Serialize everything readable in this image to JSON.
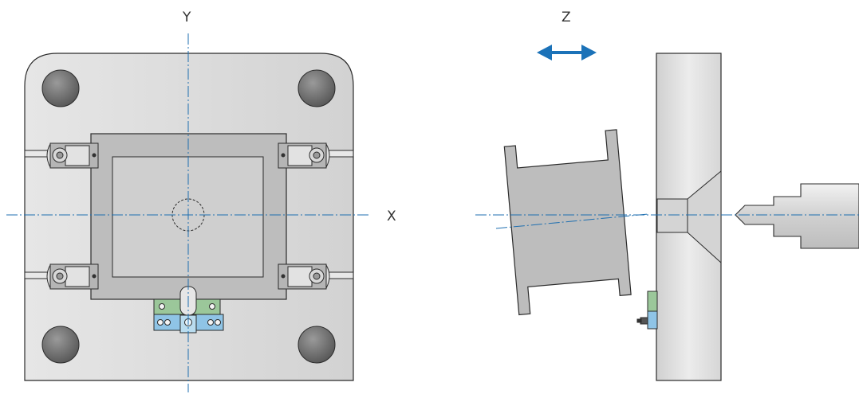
{
  "axes": {
    "x_label": "X",
    "y_label": "Y",
    "z_label": "Z"
  },
  "colors": {
    "plate": "#dcdcdc",
    "plate_gradient_light": "#f0f0f0",
    "outline": "#2b2b2b",
    "centerline": "#1f6fb0",
    "arrow": "#1b72b8",
    "bolt": "#7a7a7a",
    "inner_block": "#bdbdbd",
    "inner_window": "#cfcfcf",
    "bracket_green": "#9bc79a",
    "bracket_blue": "#8fc4e6",
    "probe": "#d6d6d6"
  },
  "icons": {
    "z_direction": "double-arrow-horizontal-icon"
  }
}
